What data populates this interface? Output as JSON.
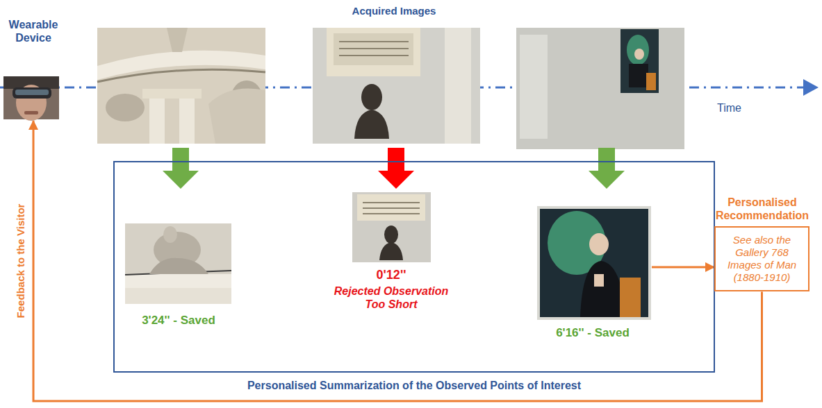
{
  "diagram": {
    "nodes": [
      {
        "text": [
          "Wearable Device"
        ]
      },
      {
        "text": [
          "Personalised Summarization of the Observed Points of Interest"
        ]
      },
      {
        "text": [
          "3'24'' - Saved"
        ],
        "in": 1
      },
      {
        "text": [
          "0'12''",
          "Rejected Observation Too Short"
        ],
        "in": 1
      },
      {
        "text": [
          "6'16'' - Saved"
        ],
        "in": 1
      },
      {
        "text": [
          "Personalised Recommendation",
          "See also the Gallery 768 Images of Man (1880-1910)"
        ]
      }
    ],
    "edges": [
      {
        "from": 4,
        "to": 5,
        "arrow": "to"
      },
      {
        "from": 5,
        "to": 0,
        "label": "Feedback to the Visitor",
        "arrow": "to"
      }
    ],
    "labels": [
      "Acquired Images",
      "Time"
    ]
  }
}
